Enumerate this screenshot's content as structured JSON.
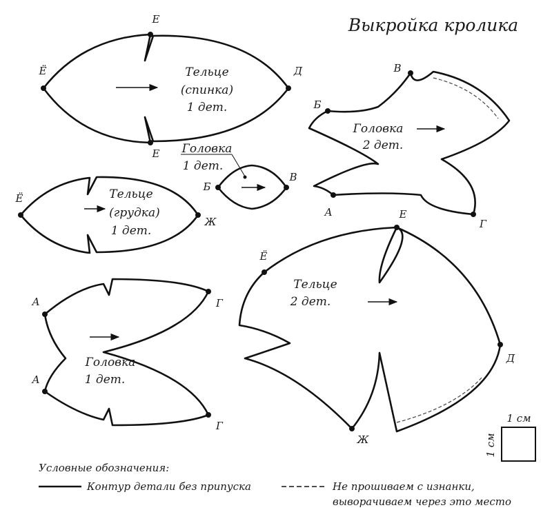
{
  "title": "Выкройка кролика",
  "pieces": {
    "back": {
      "line1": "Тельце",
      "line2": "(спинка)",
      "line3": "1 дет.",
      "points": [
        "Е",
        "Ё",
        "Д",
        "Е"
      ]
    },
    "breast": {
      "line1": "Тельце",
      "line2": "(грудка)",
      "line3": "1 дет.",
      "points": [
        "Ё",
        "Ж"
      ]
    },
    "head_small": {
      "line1": "Головка",
      "line2": "1 дет.",
      "points": [
        "Б",
        "В"
      ]
    },
    "head_right": {
      "line1": "Головка",
      "line2": "2 дет.",
      "points": [
        "В",
        "Б",
        "А",
        "Г"
      ]
    },
    "head_left": {
      "line1": "Головка",
      "line2": "1 дет.",
      "points": [
        "А",
        "Г",
        "А",
        "Г"
      ]
    },
    "body_large": {
      "line1": "Тельце",
      "line2": "2 дет.",
      "points": [
        "Е",
        "Ё",
        "Д",
        "Ж"
      ]
    }
  },
  "scale": {
    "label_h": "1 см",
    "label_v": "1 см"
  },
  "legend": {
    "heading": "Условные обозначения:",
    "solid": "Контур детали без припуска",
    "dashed_line1": "Не прошиваем с изнанки,",
    "dashed_line2": "выворачиваем через это место"
  }
}
